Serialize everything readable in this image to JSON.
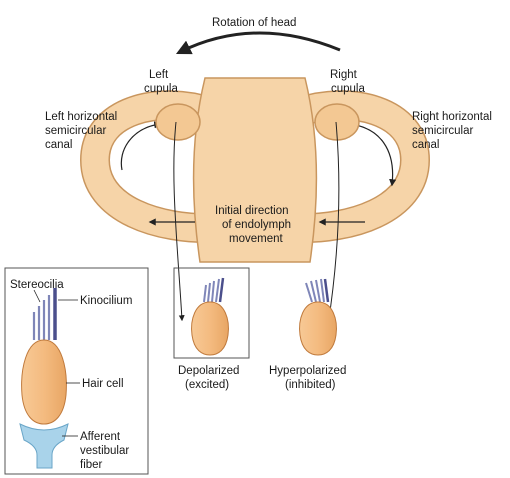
{
  "labels": {
    "rotation": "Rotation of head",
    "left_cupula_1": "Left",
    "left_cupula_2": "cupula",
    "right_cupula_1": "Right",
    "right_cupula_2": "cupula",
    "left_canal_1": "Left horizontal",
    "left_canal_2": "semicircular",
    "left_canal_3": "canal",
    "right_canal_1": "Right horizontal",
    "right_canal_2": "semicircular",
    "right_canal_3": "canal",
    "endolymph_1": "Initial direction",
    "endolymph_2": "of endolymph",
    "endolymph_3": "movement",
    "depolarized_1": "Depolarized",
    "depolarized_2": "(excited)",
    "hyperpolarized_1": "Hyperpolarized",
    "hyperpolarized_2": "(inhibited)",
    "stereocilia": "Stereocilia",
    "kinocilium": "Kinocilium",
    "hair_cell": "Hair cell",
    "afferent_1": "Afferent",
    "afferent_2": "vestibular",
    "afferent_3": "fiber"
  },
  "colors": {
    "canal_fill": "#f6d4a8",
    "canal_stroke": "#c9965e",
    "cell_fill": "#f2b77c",
    "cell_stroke": "#c07a3c",
    "cilia": "#7f86b8",
    "kinocilium": "#4b4f8c",
    "fiber": "#a9d3ea",
    "arrow": "#222222"
  }
}
